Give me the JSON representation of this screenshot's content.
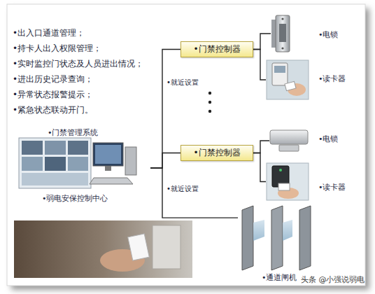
{
  "diagram": {
    "nodes": [
      {
        "text": [
          "•门禁管理系统",
          "•弱电安保控制中心"
        ]
      },
      {
        "text": [
          "•门禁控制器"
        ]
      },
      {
        "text": [
          "•电锁"
        ]
      },
      {
        "text": [
          "•读卡器"
        ]
      },
      {
        "text": [
          "•门禁控制器"
        ]
      },
      {
        "text": [
          "•电锁"
        ]
      },
      {
        "text": [
          "•读卡器"
        ]
      },
      {
        "text": [
          "•通道闸机"
        ]
      }
    ],
    "edges": [
      {
        "from": 0,
        "to": 1,
        "arrow": "none"
      },
      {
        "from": 1,
        "to": 2,
        "arrow": "none"
      },
      {
        "from": 1,
        "to": 3,
        "arrow": "none"
      },
      {
        "from": 0,
        "to": 4,
        "arrow": "none"
      },
      {
        "from": 4,
        "to": 5,
        "arrow": "none"
      },
      {
        "from": 4,
        "to": 6,
        "arrow": "none"
      },
      {
        "from": 0,
        "to": 7,
        "arrow": "none"
      }
    ],
    "labels": [
      "•出入口通道管理；",
      "•持卡人出入权限管理；",
      "•实时监控门状态及人员进出情况；",
      "•进出历史记录查询；",
      "•异常状态报警提示；",
      "•紧急状态联动开门。",
      "•就近设置",
      "•就近设置",
      "头条 @小强说弱电"
    ]
  }
}
